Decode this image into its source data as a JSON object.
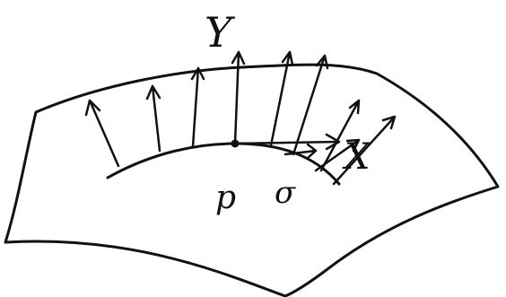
{
  "labels": {
    "Y": "Y",
    "X": "X",
    "p": "p",
    "sigma": "σ"
  },
  "colors": {
    "ink": "#111111",
    "background": "#ffffff"
  }
}
